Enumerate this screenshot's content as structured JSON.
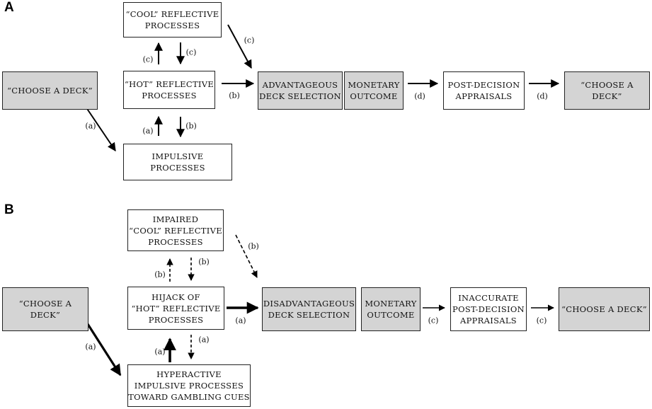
{
  "panel_a": {
    "label": "A",
    "nodes": {
      "choose_left": "“CHOOSE A DECK”",
      "cool": [
        "“COOL” REFLECTIVE",
        "PROCESSES"
      ],
      "hot": [
        "“HOT” REFLECTIVE",
        "PROCESSES"
      ],
      "impulsive": "IMPULSIVE PROCESSES",
      "selection": [
        "ADVANTAGEOUS",
        "DECK SELECTION"
      ],
      "outcome": [
        "MONETARY",
        "OUTCOME"
      ],
      "appraisals": [
        "POST-DECISION",
        "APPRAISALS"
      ],
      "choose_right": "“CHOOSE A DECK”"
    },
    "edge_labels": {
      "choose_to_impulsive": "(a)",
      "impulsive_to_hot": "(a)",
      "hot_to_impulsive": "(b)",
      "hot_to_selection": "(b)",
      "hot_to_cool": "(c)",
      "cool_to_hot": "(c)",
      "cool_to_selection": "(c)",
      "outcome_to_appraisals": "(d)",
      "appraisals_to_choose": "(d)"
    }
  },
  "panel_b": {
    "label": "B",
    "nodes": {
      "choose_left": "“CHOOSE A DECK”",
      "cool": [
        "IMPAIRED",
        "“COOL” REFLECTIVE",
        "PROCESSES"
      ],
      "hot": [
        "HIJACK OF",
        "“HOT” REFLECTIVE",
        "PROCESSES"
      ],
      "impulsive": [
        "HYPERACTIVE",
        "IMPULSIVE PROCESSES",
        "TOWARD GAMBLING CUES"
      ],
      "selection": [
        "DISADVANTAGEOUS",
        "DECK SELECTION"
      ],
      "outcome": [
        "MONETARY",
        "OUTCOME"
      ],
      "appraisals": [
        "INACCURATE",
        "POST-DECISION",
        "APPRAISALS"
      ],
      "choose_right": "“CHOOSE A DECK”"
    },
    "edge_labels": {
      "choose_to_impulsive": "(a)",
      "impulsive_to_hot": "(a)",
      "hot_to_impulsive": "(a)",
      "hot_to_selection": "(a)",
      "hot_to_cool": "(b)",
      "cool_to_hot": "(b)",
      "cool_to_selection": "(b)",
      "outcome_to_appraisals": "(c)",
      "appraisals_to_choose": "(c)"
    }
  }
}
